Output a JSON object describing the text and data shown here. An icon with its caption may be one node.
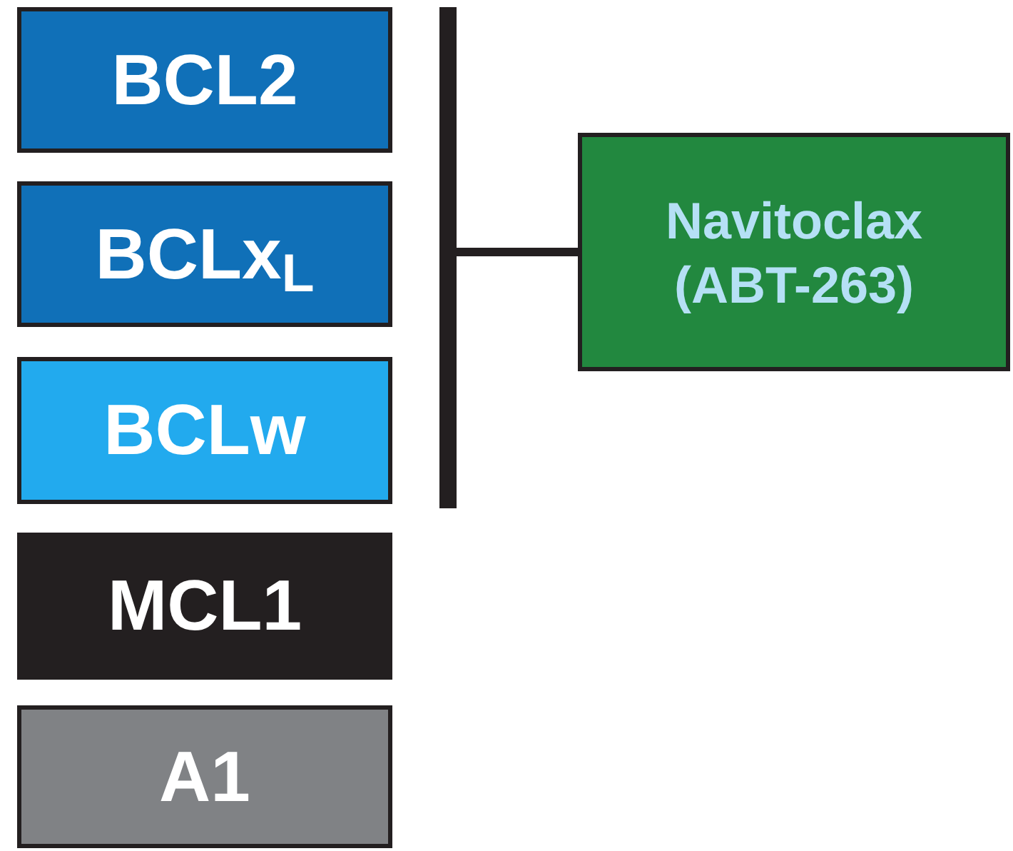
{
  "diagram": {
    "nodes": [
      {
        "text": [
          "BCL2"
        ]
      },
      {
        "text": [
          "BCLx$_{L}$"
        ]
      },
      {
        "text": [
          "BCLw"
        ]
      },
      {
        "text": [
          "MCL1"
        ]
      },
      {
        "text": [
          "A1"
        ]
      },
      {
        "text": [],
        "shape": "bar"
      },
      {
        "text": [
          "Navitoclax (ABT-263)"
        ]
      }
    ],
    "edges": [
      {
        "from": 5,
        "to": 6,
        "arrow": "none"
      }
    ]
  }
}
